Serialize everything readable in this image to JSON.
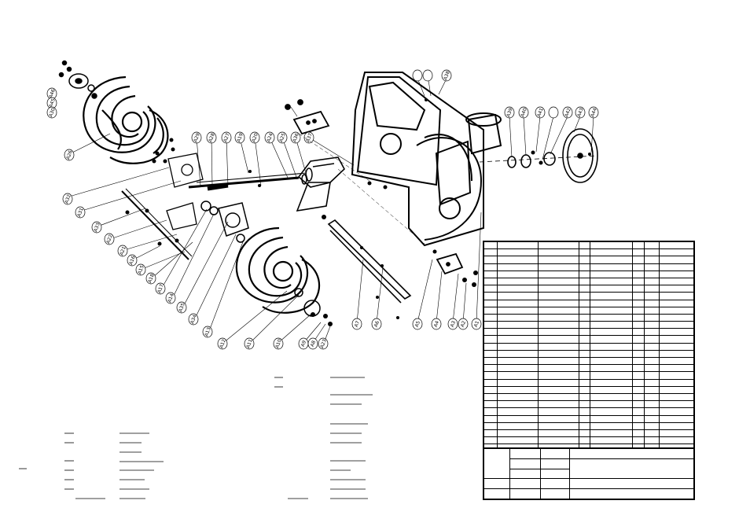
{
  "drawing": {
    "callouts": [
      {
        "id": "a46",
        "label": "A46"
      },
      {
        "id": "a45",
        "label": "A45"
      },
      {
        "id": "a30",
        "label": "A30"
      },
      {
        "id": "a26",
        "label": "A26"
      },
      {
        "id": "a32",
        "label": "A32"
      },
      {
        "id": "a31",
        "label": "A31"
      },
      {
        "id": "a33",
        "label": "A33"
      },
      {
        "id": "a22",
        "label": "A22"
      },
      {
        "id": "a21",
        "label": "A21"
      },
      {
        "id": "a16",
        "label": "A16"
      },
      {
        "id": "a15",
        "label": "A15"
      },
      {
        "id": "a18",
        "label": "A18"
      },
      {
        "id": "a17",
        "label": "A17"
      },
      {
        "id": "a14",
        "label": "A14"
      },
      {
        "id": "a35",
        "label": "A35"
      },
      {
        "id": "a34",
        "label": "A34"
      },
      {
        "id": "a13",
        "label": "A13"
      },
      {
        "id": "a12",
        "label": "A12"
      },
      {
        "id": "a11",
        "label": "A11"
      },
      {
        "id": "a10",
        "label": "A10"
      },
      {
        "id": "a29",
        "label": "A29"
      },
      {
        "id": "a28",
        "label": "A28"
      },
      {
        "id": "a27",
        "label": "A27"
      },
      {
        "id": "a19",
        "label": "A19"
      },
      {
        "id": "a20",
        "label": "A20"
      },
      {
        "id": "a24",
        "label": "A24"
      },
      {
        "id": "a25",
        "label": "A25"
      },
      {
        "id": "a36",
        "label": "A36"
      },
      {
        "id": "a37",
        "label": "A37"
      },
      {
        "id": "a38",
        "label": "A38"
      },
      {
        "id": "a39",
        "label": "A39"
      },
      {
        "id": "a40",
        "label": "A40"
      },
      {
        "id": "a41",
        "label": "A41"
      },
      {
        "id": "a42",
        "label": "A42"
      },
      {
        "id": "a43",
        "label": "A43"
      },
      {
        "id": "a44",
        "label": "A44"
      },
      {
        "id": "a7",
        "label": "A7"
      },
      {
        "id": "a6",
        "label": "A6"
      },
      {
        "id": "a5",
        "label": "A5"
      },
      {
        "id": "a4",
        "label": "A4"
      },
      {
        "id": "a3",
        "label": "A3"
      },
      {
        "id": "a2",
        "label": "A2"
      },
      {
        "id": "a1",
        "label": "A1"
      },
      {
        "id": "a9",
        "label": "A9"
      },
      {
        "id": "a8",
        "label": "A8"
      },
      {
        "id": "a23",
        "label": "A23"
      }
    ]
  },
  "parts_table": {
    "rows": 30,
    "columns": 8
  },
  "title_block": {
    "rows": 6
  }
}
